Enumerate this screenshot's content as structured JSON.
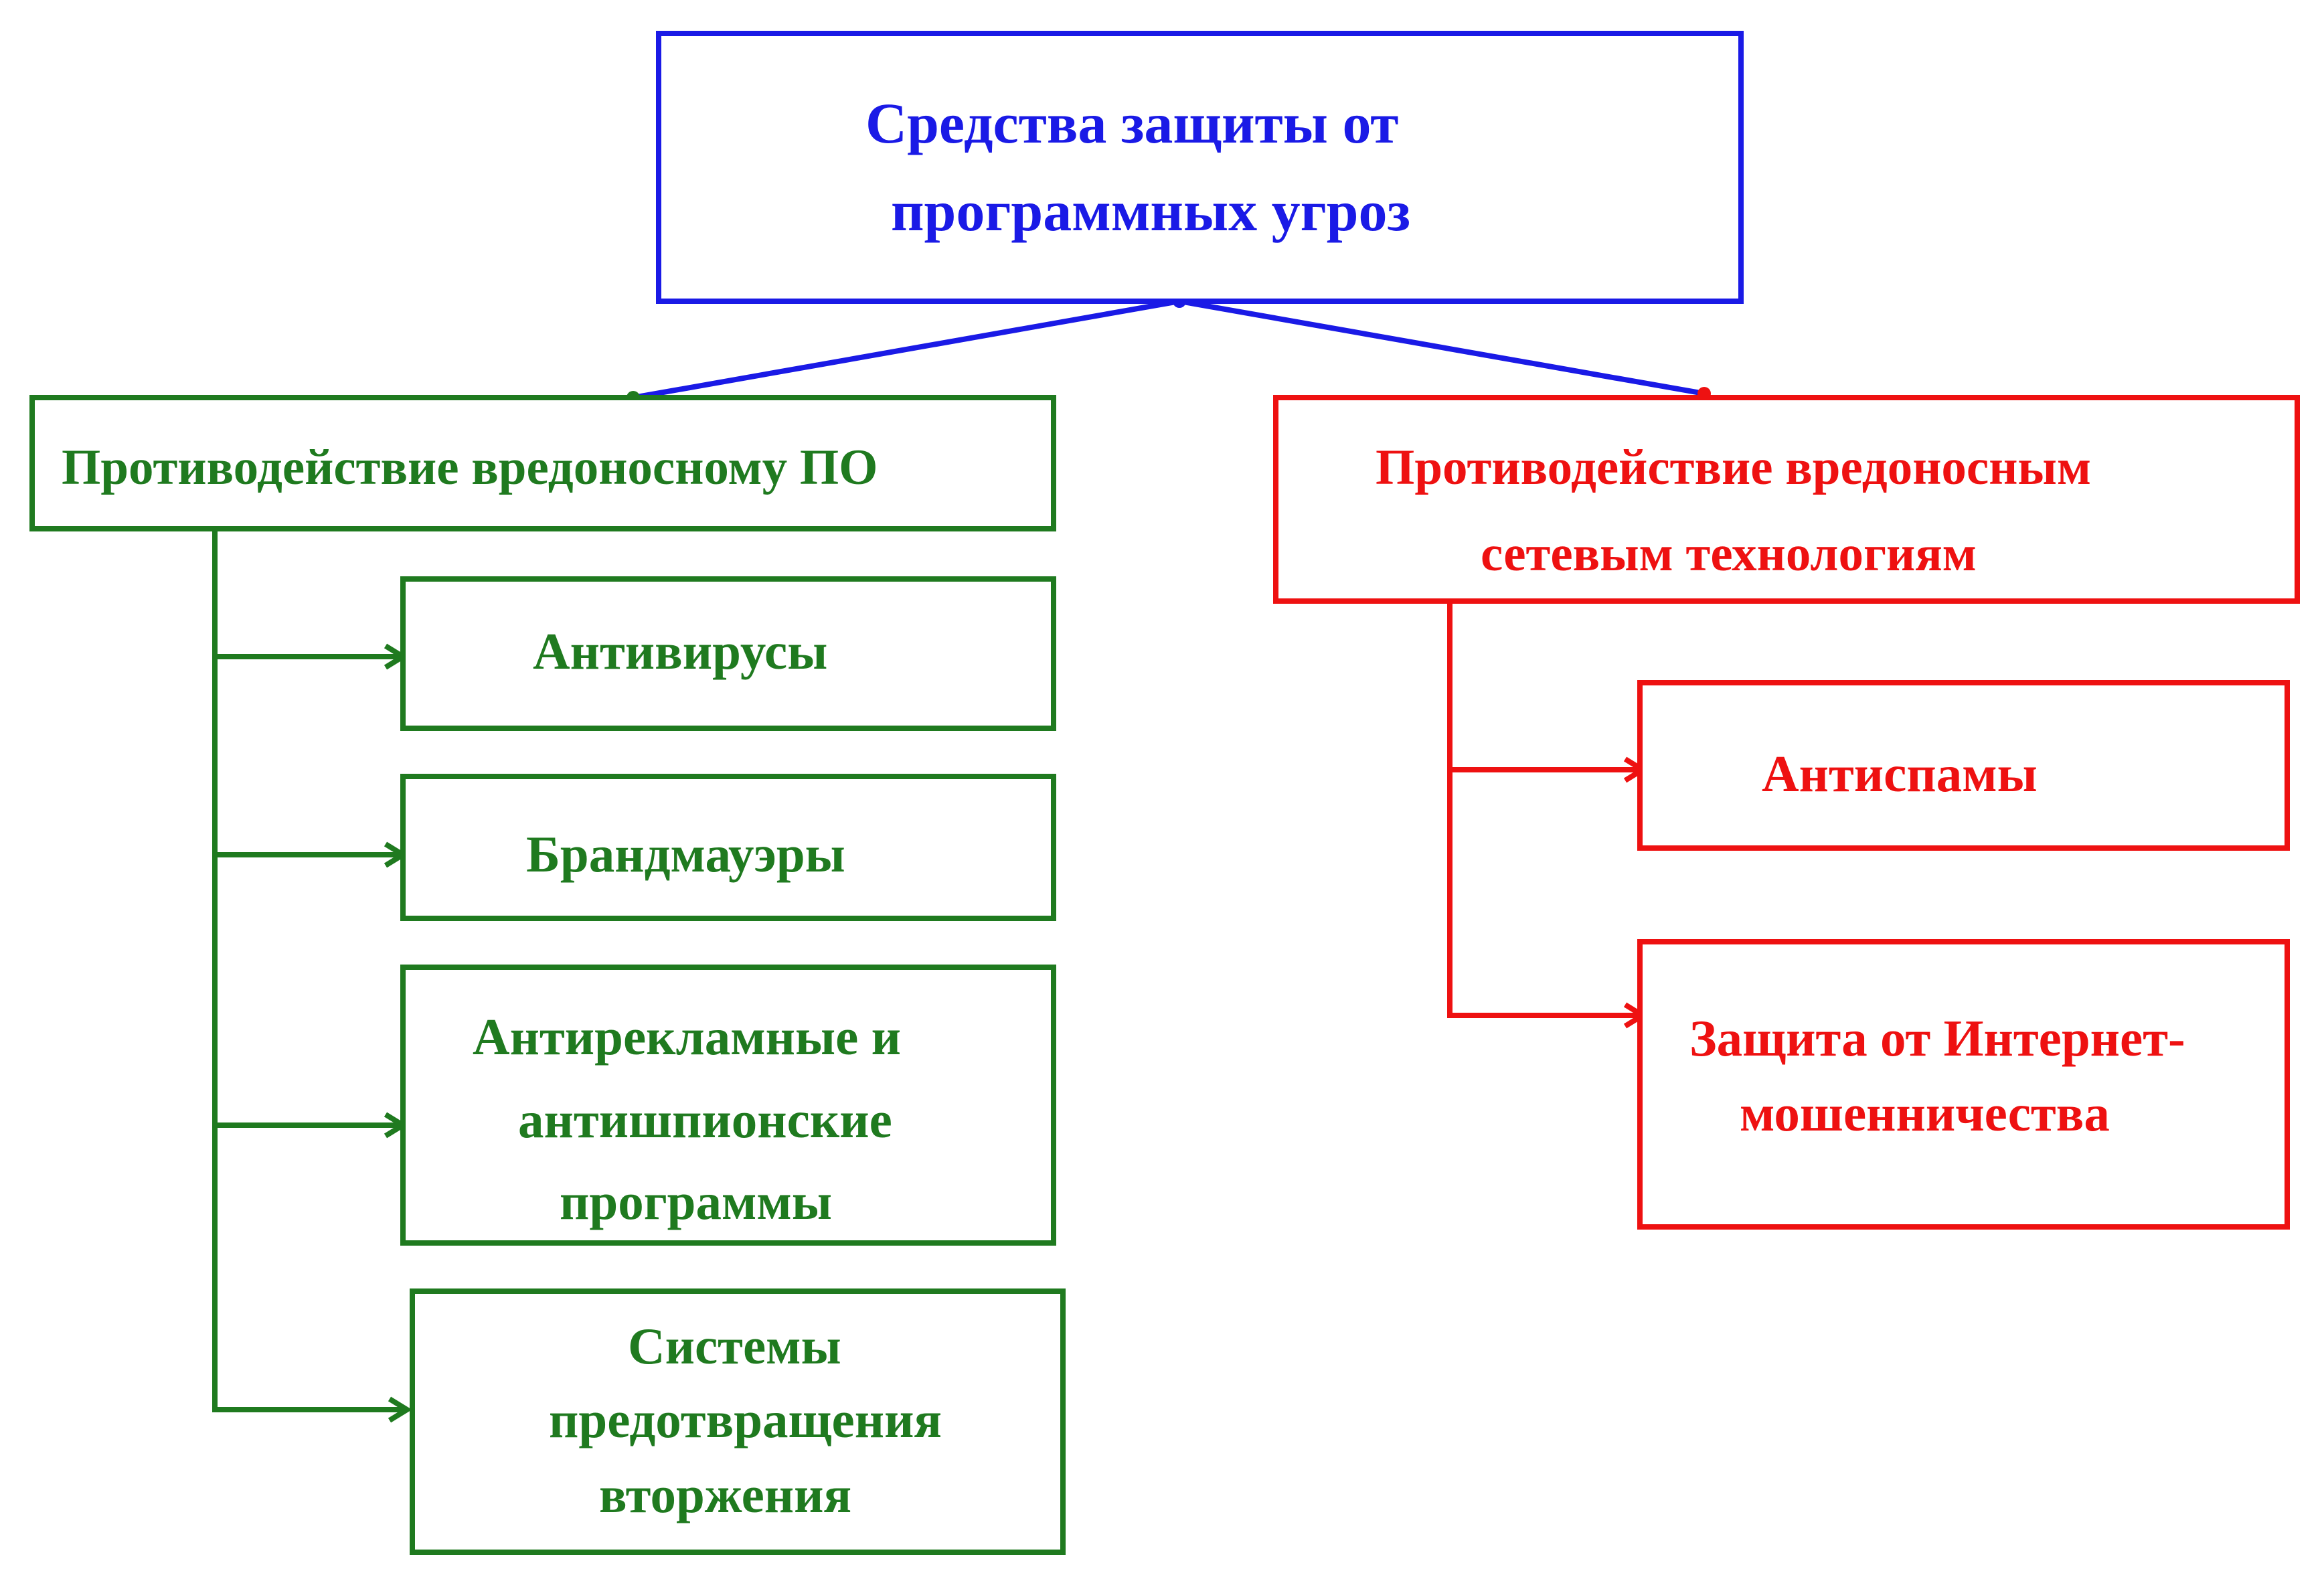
{
  "root": {
    "lines": [
      "Средства защиты от",
      "программных угроз"
    ]
  },
  "branches": [
    {
      "title": "Противодействие вредоносному ПО",
      "items": [
        {
          "lines": [
            "Антивирусы"
          ]
        },
        {
          "lines": [
            "Брандмауэры"
          ]
        },
        {
          "lines": [
            "Антирекламные и",
            "антишпионские",
            "программы"
          ]
        },
        {
          "lines": [
            "Системы",
            "предотвращения",
            "вторжения"
          ]
        }
      ]
    },
    {
      "title_lines": [
        "Противодействие вредоносным",
        "сетевым технологиям"
      ],
      "items": [
        {
          "lines": [
            "Антиспамы"
          ]
        },
        {
          "lines": [
            "Защита от Интернет-",
            "мошенничества"
          ]
        }
      ]
    }
  ],
  "colors": {
    "root": "#1a1ae6",
    "malware_branch": "#1f7a1f",
    "network_branch": "#ee1111"
  }
}
